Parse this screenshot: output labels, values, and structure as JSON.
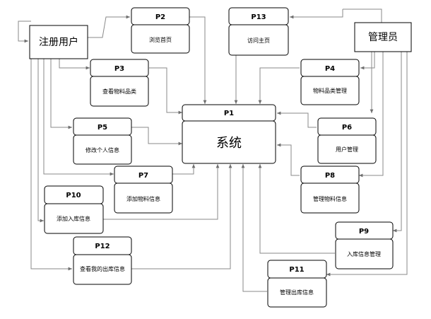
{
  "actors": {
    "registered_user": "注册用户",
    "admin": "管理员"
  },
  "system": {
    "id": "P1",
    "label": "系统"
  },
  "processes": {
    "p2": {
      "id": "P2",
      "label": "浏览首页"
    },
    "p13": {
      "id": "P13",
      "label": "访问主页"
    },
    "p3": {
      "id": "P3",
      "label": "查看物料品类"
    },
    "p4": {
      "id": "P4",
      "label": "物料品类管理"
    },
    "p5": {
      "id": "P5",
      "label": "修改个人信息"
    },
    "p6": {
      "id": "P6",
      "label": "用户管理"
    },
    "p7": {
      "id": "P7",
      "label": "添加物料信息"
    },
    "p8": {
      "id": "P8",
      "label": "管理物料信息"
    },
    "p10": {
      "id": "P10",
      "label": "添加入库信息"
    },
    "p9": {
      "id": "P9",
      "label": "入库信息管理"
    },
    "p12": {
      "id": "P12",
      "label": "查看我的出库信息"
    },
    "p11": {
      "id": "P11",
      "label": "管理出库信息"
    }
  }
}
